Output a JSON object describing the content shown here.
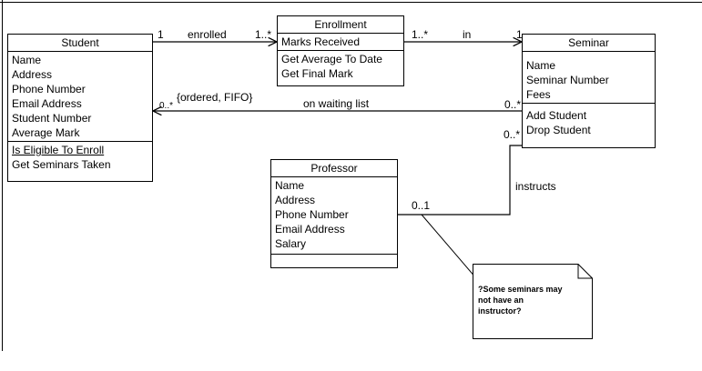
{
  "classes": {
    "student": {
      "name": "Student",
      "attributes": [
        "Name",
        "Address",
        "Phone Number",
        "Email Address",
        "Student Number",
        "Average Mark"
      ],
      "methods": [
        "Is Eligible To Enroll",
        "Get Seminars Taken"
      ]
    },
    "enrollment": {
      "name": "Enrollment",
      "attributes": [
        "Marks Received"
      ],
      "methods": [
        "Get Average To Date",
        "Get Final Mark"
      ]
    },
    "seminar": {
      "name": "Seminar",
      "attributes": [
        "Name",
        "Seminar Number",
        "Fees"
      ],
      "methods": [
        "Add Student",
        "Drop Student"
      ]
    },
    "professor": {
      "name": "Professor",
      "attributes": [
        "Name",
        "Address",
        "Phone Number",
        "Email Address",
        "Salary"
      ],
      "methods": []
    }
  },
  "associations": {
    "enrolled": {
      "label": "enrolled",
      "mult_student": "1",
      "mult_enrollment": "1..*"
    },
    "in": {
      "label": "in",
      "mult_enrollment": "1..*",
      "mult_seminar": "1"
    },
    "waiting": {
      "label": "on waiting list",
      "constraint": "{ordered, FIFO}",
      "mult_student": "0..*",
      "mult_seminar": "0..*"
    },
    "instructs": {
      "label": "instructs",
      "mult_seminar": "0..*",
      "mult_professor": "0..1"
    }
  },
  "note": {
    "text": "?Some seminars may\nnot have an\ninstructor?"
  }
}
